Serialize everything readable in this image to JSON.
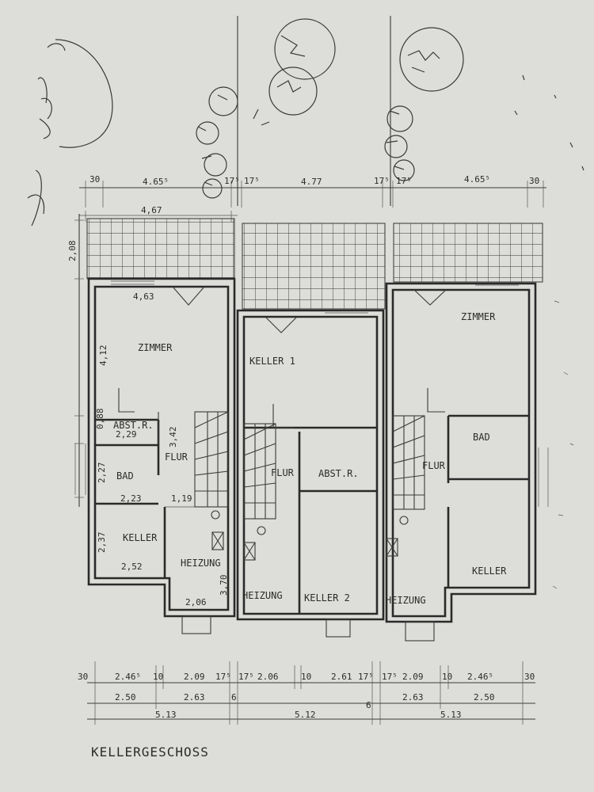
{
  "title": "KELLERGESCHOSS",
  "top_dimensions": {
    "row1": [
      "30",
      "4.65⁵",
      "17⁵",
      "17⁵",
      "4.77",
      "17⁵",
      "17⁵",
      "4.65⁵",
      "30"
    ],
    "row2": [
      "4,67"
    ]
  },
  "left_dimensions": [
    "2,08",
    "4,12",
    "0,88",
    "2,27",
    "2,37"
  ],
  "unit_left": {
    "width_label": "4,63",
    "rooms": {
      "zimmer": "ZIMMER",
      "abstr": "ABST.R.",
      "bad": "BAD",
      "flur": "FLUR",
      "keller": "KELLER",
      "heizung": "HEIZUNG"
    },
    "dims": {
      "abstr_w": "2,29",
      "bad_w": "2,23",
      "flur_h": "3,42",
      "flur_small": "1,19",
      "keller_w": "2,52",
      "heizung_w": "2,06",
      "heizung_h": "3,70"
    }
  },
  "unit_mid": {
    "rooms": {
      "keller1": "KELLER 1",
      "flur": "FLUR",
      "abstr": "ABST.R.",
      "heizung": "HEIZUNG",
      "keller2": "KELLER 2"
    }
  },
  "unit_right": {
    "rooms": {
      "zimmer": "ZIMMER",
      "bad": "BAD",
      "flur": "FLUR",
      "keller": "KELLER",
      "heizung": "HEIZUNG"
    }
  },
  "bottom_dimensions": {
    "row1": [
      "30",
      "2.46⁵",
      "10",
      "2.09",
      "17⁵",
      "17⁵",
      "2.06",
      "10",
      "2.61",
      "17⁵",
      "17⁵",
      "2.09",
      "10",
      "2.46⁵",
      "30"
    ],
    "row2": [
      "2.50",
      "2.63",
      "6",
      "6",
      "2.63",
      "2.50"
    ],
    "row3": [
      "5.13",
      "5.12",
      "5.13"
    ]
  },
  "colors": {
    "paper": "#d9d9d4",
    "ink": "#2a2a2a"
  }
}
